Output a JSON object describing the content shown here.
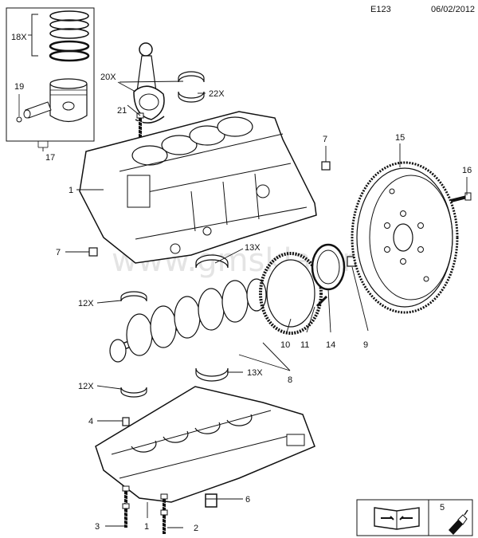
{
  "header": {
    "code": "E123",
    "date": "06/02/2012"
  },
  "watermark": "www.gmsklad.ru",
  "callouts": {
    "c18x": "18X",
    "c19": "19",
    "c17": "17",
    "c20x": "20X",
    "c21": "21",
    "c22x": "22X",
    "c7a": "7",
    "c1a": "1",
    "c7b": "7",
    "c13xa": "13X",
    "c12xa": "12X",
    "c10": "10",
    "c11": "11",
    "c14": "14",
    "c9": "9",
    "c8": "8",
    "c13xb": "13X",
    "c12xb": "12X",
    "c15": "15",
    "c16": "16",
    "c4": "4",
    "c3": "3",
    "c1b": "1",
    "c2": "2",
    "c6": "6",
    "c5": "5"
  },
  "legend_icons": [
    "manual-book-icon",
    "sealant-tube-icon"
  ]
}
